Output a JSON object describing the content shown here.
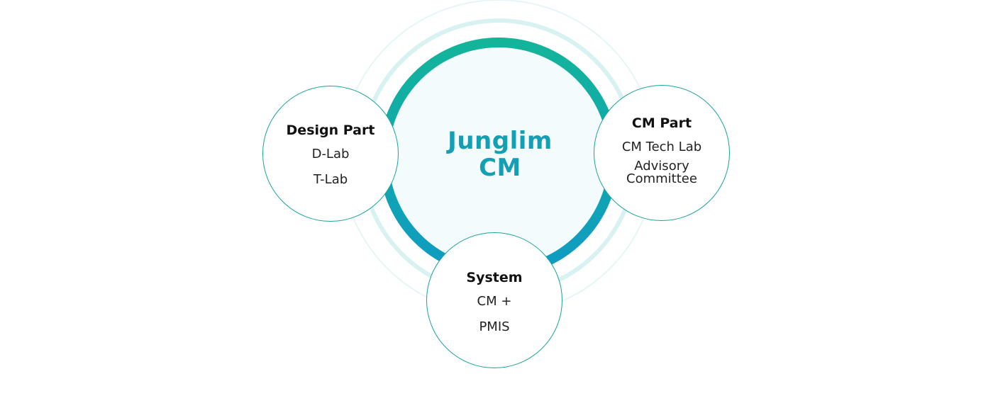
{
  "center": {
    "line1": "Junglim",
    "line2": "CM"
  },
  "nodes": {
    "design": {
      "title": "Design Part",
      "items": [
        "D-Lab",
        "T-Lab"
      ]
    },
    "cm_part": {
      "title": "CM Part",
      "items": [
        "CM Tech Lab",
        "Advisory",
        "Committee"
      ]
    },
    "system": {
      "title": "System",
      "items": [
        "CM +",
        "PMIS"
      ]
    }
  },
  "colors": {
    "ring_gradient_top": "#13b49a",
    "ring_gradient_bottom": "#0f9bc2",
    "center_text": "#159fb5",
    "node_border": "#1aa39a",
    "halo": "#d8f1f1",
    "center_fill": "#f4fbfd"
  }
}
